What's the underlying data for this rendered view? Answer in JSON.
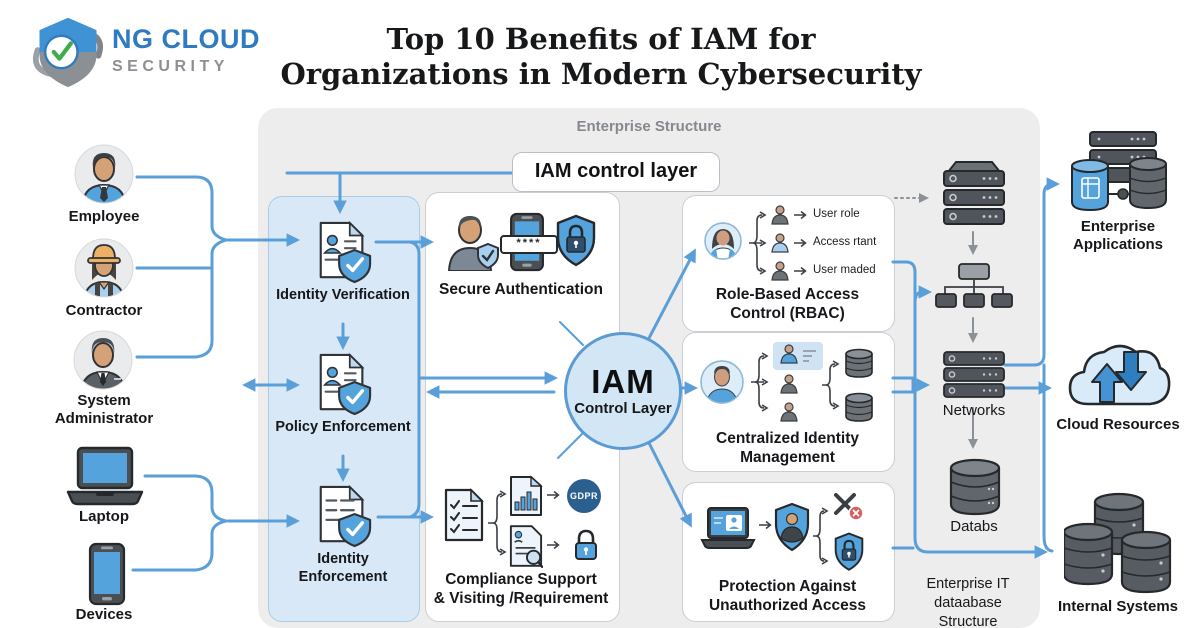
{
  "logo": {
    "top": "NG CLOUD",
    "bottom": "SECURITY"
  },
  "title": "Top 10 Benefits of IAM for Organizations in Modern Cybersecurity",
  "panel": {
    "label": "Enterprise Structure",
    "control_layer": "IAM control layer"
  },
  "actors": {
    "employee": "Employee",
    "contractor": "Contractor",
    "sysadmin": "System Administrator",
    "laptop": "Laptop",
    "devices": "Devices"
  },
  "pipeline": {
    "identity_verification": "Identity Verification",
    "policy_enforcement": "Policy Enforcement",
    "identity_enforcement": "Identity Enforcement"
  },
  "center": {
    "secure_auth": "Secure Authentication",
    "passcode": "****",
    "iam": "IAM",
    "iam_sub": "Control Layer",
    "compliance_line1": "Compliance Support",
    "compliance_line2": "& Visiting /Requirement",
    "gdpr": "GDPR"
  },
  "rbac": {
    "title": "Role-Based Access Control (RBAC)",
    "items": [
      "User role",
      "Access rtant",
      "User maded"
    ]
  },
  "cim": {
    "title": "Centralized Identity Management"
  },
  "pua": {
    "title": "Protection Against Unauthorized Access"
  },
  "infra": {
    "networks": "Networks",
    "database": "Databs",
    "caption": "Enterprise IT dataabase Structure"
  },
  "targets": {
    "apps": "Enterprise Applications",
    "cloud": "Cloud Resources",
    "internal": "Internal Systems"
  },
  "colors": {
    "accent_blue": "#5b9fd9",
    "icon_blue": "#54a3dc",
    "panel_blue": "#d8e8f7",
    "panel_gray": "#ededee",
    "logo_blue": "#2e7bc0",
    "logo_gray": "#8b9095",
    "gdpr_navy": "#2b5f8e",
    "alert_red": "#d65f5f"
  }
}
